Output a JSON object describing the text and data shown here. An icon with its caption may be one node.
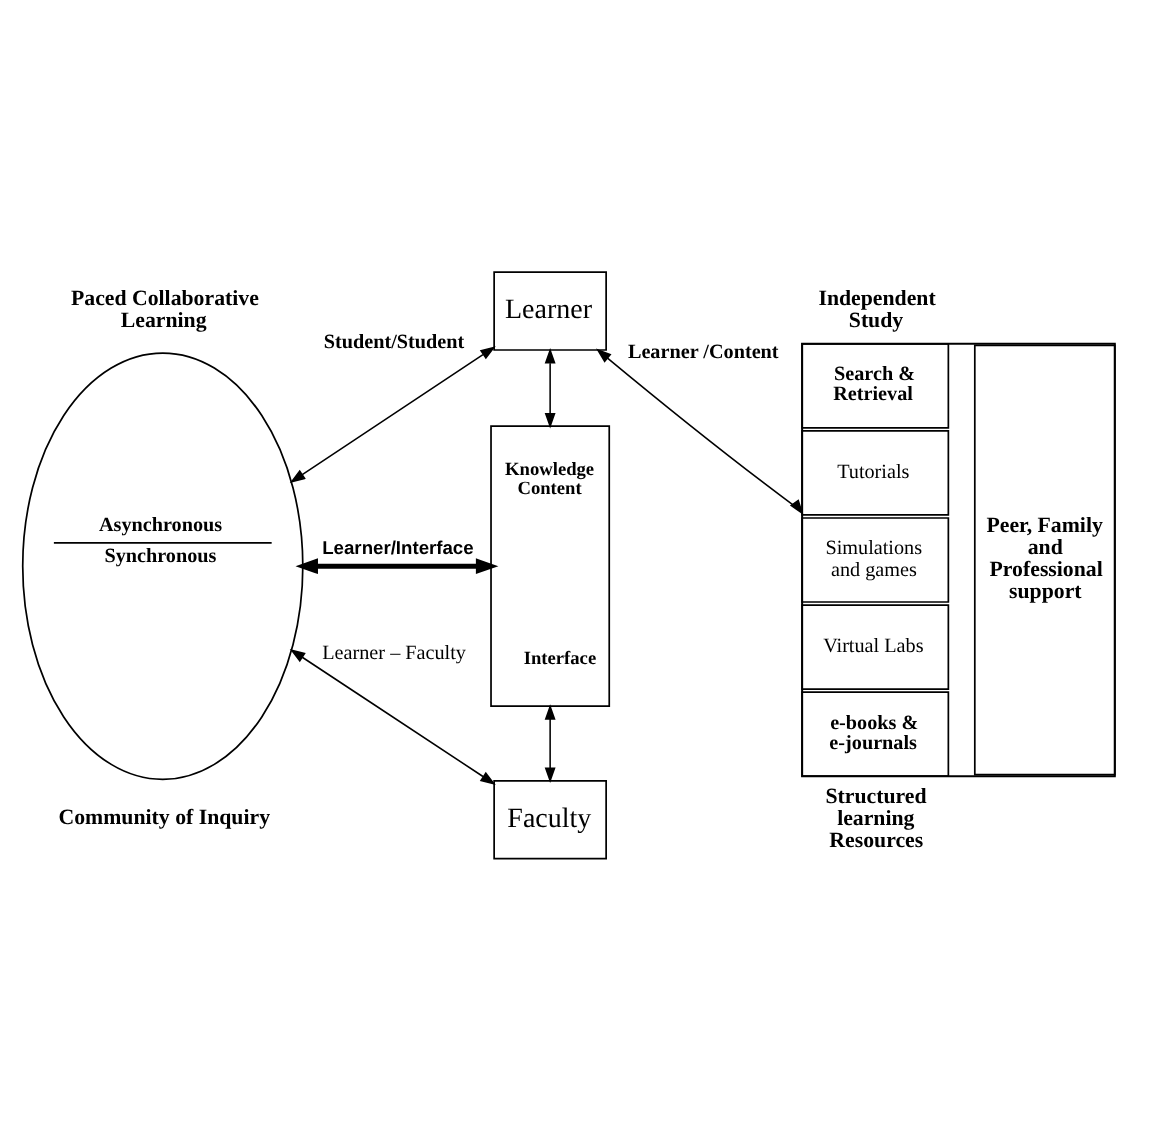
{
  "diagram": {
    "nodes": [
      {
        "text": [
          "Learner"
        ]
      },
      {
        "text": [
          "Asynchronous",
          "Synchronous"
        ]
      },
      {
        "text": [
          "Knowledge Content",
          "Interface"
        ]
      },
      {
        "text": [
          "Faculty"
        ]
      },
      {
        "text": [],
        "shape": "box"
      },
      {
        "text": [
          "Search & Retrieval"
        ],
        "in": 4
      },
      {
        "text": [
          "Tutorials"
        ],
        "in": 4
      },
      {
        "text": [
          "Simulations and games"
        ],
        "in": 4
      },
      {
        "text": [
          "Virtual Labs"
        ],
        "in": 4
      },
      {
        "text": [
          "e-books & e-journals"
        ],
        "in": 4
      },
      {
        "text": [
          "Peer, Family and Professional support"
        ],
        "in": 4
      }
    ],
    "edges": [
      {
        "from": 1,
        "to": 0,
        "arrow": "both",
        "label": "Student/Student"
      },
      {
        "from": 0,
        "to": 2,
        "arrow": "both"
      },
      {
        "from": 0,
        "to": 4,
        "arrow": "both",
        "label": "Learner /Content"
      },
      {
        "from": 1,
        "to": 2,
        "arrow": "both",
        "label": "Learner/Interface",
        "style": "thick"
      },
      {
        "from": 1,
        "to": 3,
        "arrow": "both",
        "label": "Learner – Faculty"
      },
      {
        "from": 2,
        "to": 3,
        "arrow": "both"
      }
    ],
    "labels": [
      "Paced Collaborative Learning",
      "Independent Study",
      "Community of Inquiry",
      "Structured learning Resources"
    ]
  }
}
